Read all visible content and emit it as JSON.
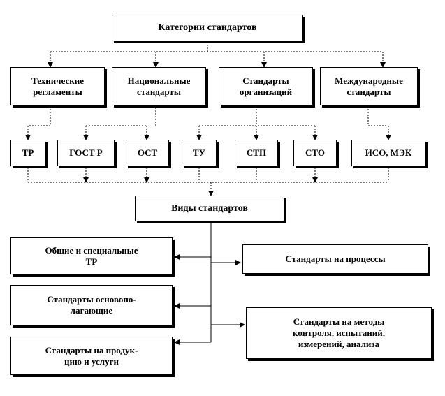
{
  "title": "Категории стандартов",
  "categories": [
    {
      "name": "Технические\nрегламенты"
    },
    {
      "name": "Национальные\nстандарты"
    },
    {
      "name": "Стандарты\nорганизаций"
    },
    {
      "name": "Международные\nстандарты"
    }
  ],
  "types": [
    "ТР",
    "ГОСТ Р",
    "ОСТ",
    "ТУ",
    "СТП",
    "СТО",
    "ИСО, МЭК"
  ],
  "kinds_title": "Виды стандартов",
  "kinds_left": [
    "Общие и специальные\nТР",
    "Стандарты основопо-\nлагающие",
    "Стандарты на продук-\nцию и услуги"
  ],
  "kinds_right": [
    "Стандарты на процессы",
    "Стандарты на методы\nконтроля, испытаний,\nизмерений, анализа"
  ]
}
